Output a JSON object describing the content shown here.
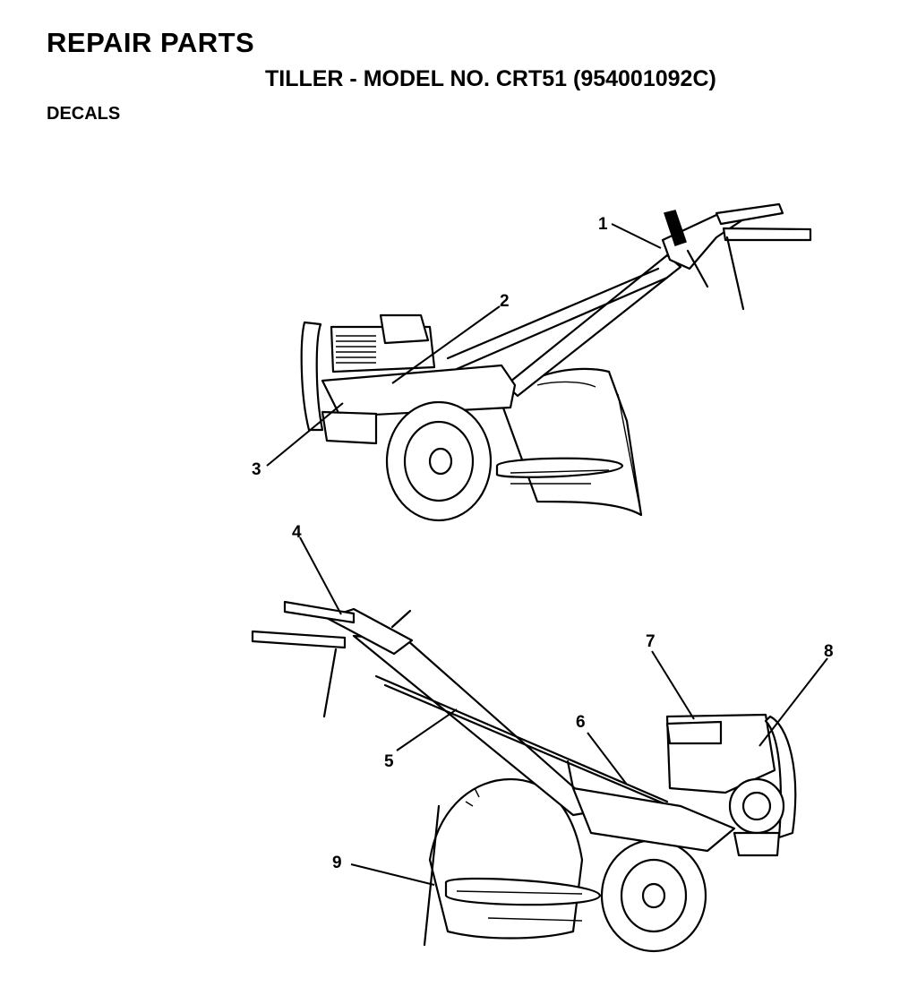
{
  "header": {
    "section": "REPAIR PARTS",
    "model": "TILLER - MODEL NO. CRT51 (954001092C)",
    "subsection": "DECALS"
  },
  "callouts": {
    "c1": "1",
    "c2": "2",
    "c3": "3",
    "c4": "4",
    "c5": "5",
    "c6": "6",
    "c7": "7",
    "c8": "8",
    "c9": "9"
  }
}
